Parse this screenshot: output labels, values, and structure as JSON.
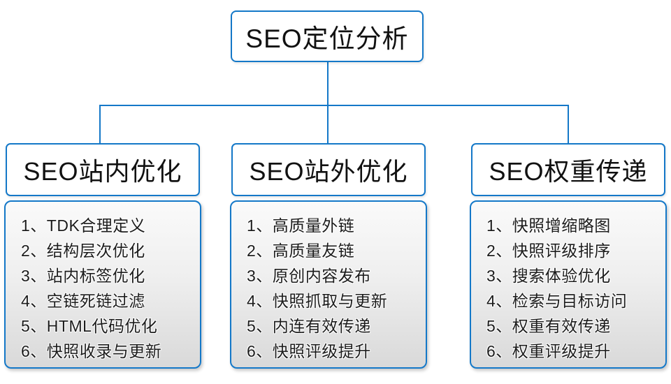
{
  "diagram": {
    "root": {
      "title": "SEO定位分析"
    },
    "columns": [
      {
        "title": "SEO站内优化",
        "items": [
          "1、TDK合理定义",
          "2、结构层次优化",
          "3、站内标签优化",
          "4、空链死链过滤",
          "5、HTML代码优化",
          "6、快照收录与更新"
        ]
      },
      {
        "title": "SEO站外优化",
        "items": [
          "1、高质量外链",
          "2、高质量友链",
          "3、原创内容发布",
          "4、快照抓取与更新",
          "5、内连有效传递",
          "6、快照评级提升"
        ]
      },
      {
        "title": "SEO权重传递",
        "items": [
          "1、快照增缩略图",
          "2、快照评级排序",
          "3、搜索体验优化",
          "4、检索与目标访问",
          "5、权重有效传递",
          "6、权重评级提升"
        ]
      }
    ],
    "colors": {
      "line_blue": "#1478c8",
      "body_gradient_top": "#fafafa",
      "body_gradient_bottom": "#d9d9d9",
      "text": "#1c1c1c"
    }
  }
}
